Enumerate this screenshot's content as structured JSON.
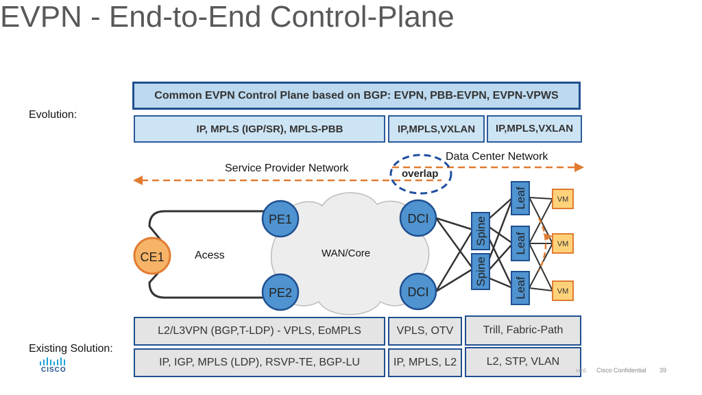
{
  "title": "EVPN - End-to-End Control-Plane",
  "top_banner": "Common EVPN Control Plane based on BGP: EVPN, PBB-EVPN, EVPN-VPWS",
  "evolution_label": "Evolution:",
  "evolution": {
    "sp": "IP, MPLS (IGP/SR), MPLS-PBB",
    "dci": "IP,MPLS,VXLAN",
    "dc": "IP,MPLS,VXLAN"
  },
  "labels": {
    "sp_network": "Service Provider Network",
    "dc_network": "Data Center Network",
    "overlap": "overlap",
    "access": "Acess",
    "wan_core": "WAN/Core"
  },
  "nodes": {
    "ce1": "CE1",
    "pe1": "PE1",
    "pe2": "PE2",
    "dci1": "DCI",
    "dci2": "DCI",
    "spine1": "Spine",
    "spine2": "Spine",
    "leaf1": "Leaf",
    "leaf2": "Leaf",
    "leaf3": "Leaf",
    "vm1": "VM",
    "vm2": "VM",
    "vm3": "VM"
  },
  "existing_label": "Existing Solution:",
  "existing": {
    "sp_top": "L2/L3VPN (BGP,T-LDP) - VPLS, EoMPLS",
    "dci_top": "VPLS, OTV",
    "dc_top": "Trill, Fabric-Path",
    "sp_bottom": "IP, IGP, MPLS (LDP), RSVP-TE, BGP-LU",
    "dci_bottom": "IP, MPLS, L2",
    "dc_bottom": "L2, STP, VLAN"
  },
  "footer": {
    "rights_fragment": "ved.",
    "confidential": "Cisco Confidential",
    "page": "39"
  },
  "logo_text": "CISCO",
  "colors": {
    "node_blue": "#4f93d0",
    "node_orange": "#f7b367",
    "arrow_orange": "#e07b30",
    "overlap_blue": "#1f4f9f"
  }
}
